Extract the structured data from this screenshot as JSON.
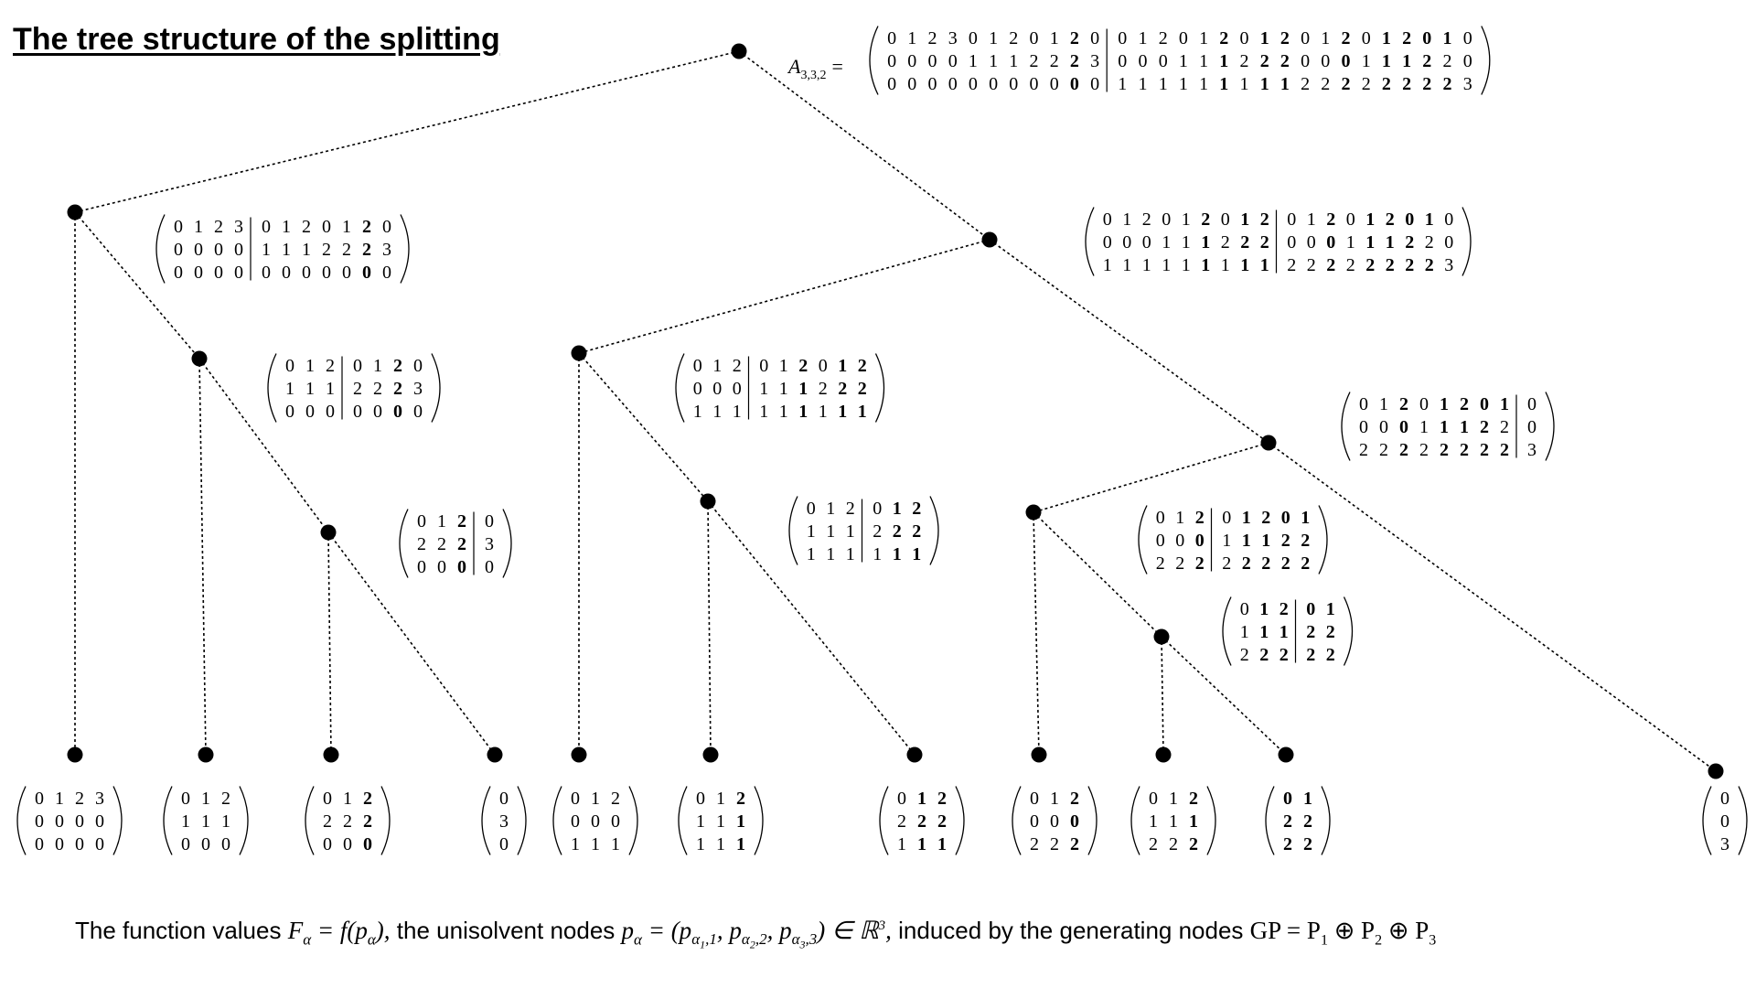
{
  "title": "The tree structure of the splitting",
  "root_label": "A",
  "root_label_sub": "3,3,2",
  "root_label_eq": "=",
  "caption": {
    "part1": "The function values",
    "part2": "the unisolvent nodes",
    "part3": "induced by the generating nodes",
    "f_alpha": "F",
    "f_sub": "α",
    "f_eq": " = f(p",
    "f_eq_sub": "α",
    "f_close": "),",
    "p_expr": "p",
    "p_sub": "α",
    "p_def": " = (p",
    "p_a1": "α",
    "p_a1b": "1",
    "p_a1c": ",1",
    "p_comma1": ", p",
    "p_a2": "α",
    "p_a2b": "2",
    "p_a2c": ",2",
    "p_comma2": ", p",
    "p_a3": "α",
    "p_a3b": "3",
    "p_a3c": ",3",
    "p_close": ") ∈ ℝ",
    "p_sup": "3",
    "p_end": ",",
    "gp": "GP = P",
    "gp_1": "1",
    "gp_plus1": " ⊕ P",
    "gp_2": "2",
    "gp_plus2": " ⊕ P",
    "gp_3": "3"
  },
  "matrices": [
    {
      "id": "root",
      "rows": [
        [
          "0",
          "1",
          "2",
          "3",
          "0",
          "1",
          "2",
          "0",
          "1",
          "2*",
          "0",
          "|",
          "0",
          "1",
          "2",
          "0",
          "1",
          "2*",
          "0",
          "1*",
          "2*",
          "0",
          "1",
          "2*",
          "0",
          "1*",
          "2*",
          "0*",
          "1*",
          "0"
        ],
        [
          "0",
          "0",
          "0",
          "0",
          "1",
          "1",
          "1",
          "2",
          "2",
          "2*",
          "3",
          "|",
          "0",
          "0",
          "0",
          "1",
          "1",
          "1*",
          "2",
          "2*",
          "2*",
          "0",
          "0",
          "0*",
          "1",
          "1*",
          "1*",
          "2*",
          "2",
          "0"
        ],
        [
          "0",
          "0",
          "0",
          "0",
          "0",
          "0",
          "0",
          "0",
          "0",
          "0*",
          "0",
          "|",
          "1",
          "1",
          "1",
          "1",
          "1",
          "1*",
          "1",
          "1*",
          "1*",
          "2",
          "2",
          "2*",
          "2",
          "2*",
          "2*",
          "2*",
          "2*",
          "3"
        ]
      ]
    },
    {
      "id": "L1",
      "rows": [
        [
          "0",
          "1",
          "2",
          "3",
          "|",
          "0",
          "1",
          "2",
          "0",
          "1",
          "2*",
          "0"
        ],
        [
          "0",
          "0",
          "0",
          "0",
          "|",
          "1",
          "1",
          "1",
          "2",
          "2",
          "2*",
          "3"
        ],
        [
          "0",
          "0",
          "0",
          "0",
          "|",
          "0",
          "0",
          "0",
          "0",
          "0",
          "0*",
          "0"
        ]
      ]
    },
    {
      "id": "R1",
      "rows": [
        [
          "0",
          "1",
          "2",
          "0",
          "1",
          "2*",
          "0",
          "1*",
          "2*",
          "|",
          "0",
          "1",
          "2*",
          "0",
          "1*",
          "2*",
          "0*",
          "1*",
          "0"
        ],
        [
          "0",
          "0",
          "0",
          "1",
          "1",
          "1*",
          "2",
          "2*",
          "2*",
          "|",
          "0",
          "0",
          "0*",
          "1",
          "1*",
          "1*",
          "2*",
          "2",
          "0"
        ],
        [
          "1",
          "1",
          "1",
          "1",
          "1",
          "1*",
          "1",
          "1*",
          "1*",
          "|",
          "2",
          "2",
          "2*",
          "2",
          "2*",
          "2*",
          "2*",
          "2*",
          "3"
        ]
      ]
    },
    {
      "id": "L2",
      "rows": [
        [
          "0",
          "1",
          "2",
          "|",
          "0",
          "1",
          "2*",
          "0"
        ],
        [
          "1",
          "1",
          "1",
          "|",
          "2",
          "2",
          "2*",
          "3"
        ],
        [
          "0",
          "0",
          "0",
          "|",
          "0",
          "0",
          "0*",
          "0"
        ]
      ]
    },
    {
      "id": "M2",
      "rows": [
        [
          "0",
          "1",
          "2",
          "|",
          "0",
          "1",
          "2*",
          "0",
          "1*",
          "2*"
        ],
        [
          "0",
          "0",
          "0",
          "|",
          "1",
          "1",
          "1*",
          "2",
          "2*",
          "2*"
        ],
        [
          "1",
          "1",
          "1",
          "|",
          "1",
          "1",
          "1*",
          "1",
          "1*",
          "1*"
        ]
      ]
    },
    {
      "id": "R2",
      "rows": [
        [
          "0",
          "1",
          "2*",
          "0",
          "1*",
          "2*",
          "0*",
          "1*",
          "|",
          "0"
        ],
        [
          "0",
          "0",
          "0*",
          "1",
          "1*",
          "1*",
          "2*",
          "2",
          "|",
          "0"
        ],
        [
          "2",
          "2",
          "2*",
          "2",
          "2*",
          "2*",
          "2*",
          "2*",
          "|",
          "3"
        ]
      ]
    },
    {
      "id": "L3",
      "rows": [
        [
          "0",
          "1",
          "2*",
          "|",
          "0"
        ],
        [
          "2",
          "2",
          "2*",
          "|",
          "3"
        ],
        [
          "0",
          "0",
          "0*",
          "|",
          "0"
        ]
      ]
    },
    {
      "id": "M3",
      "rows": [
        [
          "0",
          "1",
          "2",
          "|",
          "0",
          "1*",
          "2*"
        ],
        [
          "1",
          "1",
          "1",
          "|",
          "2",
          "2*",
          "2*"
        ],
        [
          "1",
          "1",
          "1",
          "|",
          "1",
          "1*",
          "1*"
        ]
      ]
    },
    {
      "id": "R3",
      "rows": [
        [
          "0",
          "1",
          "2*",
          "|",
          "0",
          "1*",
          "2*",
          "0*",
          "1*"
        ],
        [
          "0",
          "0",
          "0*",
          "|",
          "1",
          "1*",
          "1*",
          "2*",
          "2*"
        ],
        [
          "2",
          "2",
          "2*",
          "|",
          "2",
          "2*",
          "2*",
          "2*",
          "2*"
        ]
      ]
    },
    {
      "id": "R4",
      "rows": [
        [
          "0",
          "1*",
          "2*",
          "|",
          "0*",
          "1*"
        ],
        [
          "1",
          "1*",
          "1*",
          "|",
          "2*",
          "2*"
        ],
        [
          "2",
          "2*",
          "2*",
          "|",
          "2*",
          "2*"
        ]
      ]
    },
    {
      "id": "leaf1",
      "rows": [
        [
          "0",
          "1",
          "2",
          "3"
        ],
        [
          "0",
          "0",
          "0",
          "0"
        ],
        [
          "0",
          "0",
          "0",
          "0"
        ]
      ]
    },
    {
      "id": "leaf2",
      "rows": [
        [
          "0",
          "1",
          "2"
        ],
        [
          "1",
          "1",
          "1"
        ],
        [
          "0",
          "0",
          "0"
        ]
      ]
    },
    {
      "id": "leaf3",
      "rows": [
        [
          "0",
          "1",
          "2*"
        ],
        [
          "2",
          "2",
          "2*"
        ],
        [
          "0",
          "0",
          "0*"
        ]
      ]
    },
    {
      "id": "leaf4",
      "rows": [
        [
          "0"
        ],
        [
          "3"
        ],
        [
          "0"
        ]
      ]
    },
    {
      "id": "leaf5",
      "rows": [
        [
          "0",
          "1",
          "2"
        ],
        [
          "0",
          "0",
          "0"
        ],
        [
          "1",
          "1",
          "1"
        ]
      ]
    },
    {
      "id": "leaf6",
      "rows": [
        [
          "0",
          "1",
          "2*"
        ],
        [
          "1",
          "1",
          "1*"
        ],
        [
          "1",
          "1",
          "1*"
        ]
      ]
    },
    {
      "id": "leaf7",
      "rows": [
        [
          "0",
          "1*",
          "2*"
        ],
        [
          "2",
          "2*",
          "2*"
        ],
        [
          "1",
          "1*",
          "1*"
        ]
      ]
    },
    {
      "id": "leaf8",
      "rows": [
        [
          "0",
          "1",
          "2*"
        ],
        [
          "0",
          "0",
          "0*"
        ],
        [
          "2",
          "2",
          "2*"
        ]
      ]
    },
    {
      "id": "leaf9",
      "rows": [
        [
          "0",
          "1",
          "2*"
        ],
        [
          "1",
          "1",
          "1*"
        ],
        [
          "2",
          "2",
          "2*"
        ]
      ]
    },
    {
      "id": "leaf10",
      "rows": [
        [
          "0*",
          "1*"
        ],
        [
          "2*",
          "2*"
        ],
        [
          "2*",
          "2*"
        ]
      ]
    },
    {
      "id": "leaf11",
      "rows": [
        [
          "0"
        ],
        [
          "0"
        ],
        [
          "3"
        ]
      ]
    }
  ]
}
